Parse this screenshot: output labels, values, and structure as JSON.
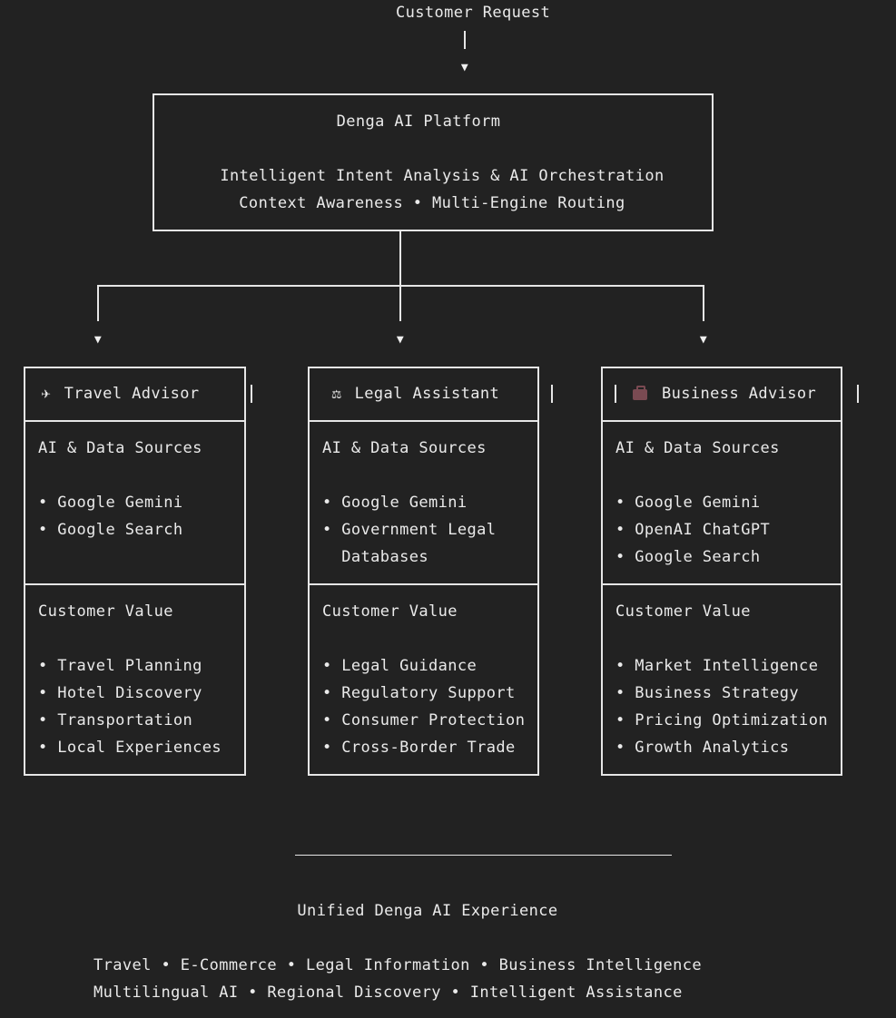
{
  "request": {
    "label": "Customer Request"
  },
  "platform": {
    "title": "Denga AI Platform",
    "line1": "Intelligent Intent Analysis & AI Orchestration",
    "line2": "Context Awareness • Multi-Engine Routing"
  },
  "columns": [
    {
      "icon": "airplane-icon",
      "title": "Travel Advisor",
      "sources_heading": "AI & Data Sources",
      "sources": [
        "• Google Gemini",
        "• Google Search"
      ],
      "value_heading": "Customer Value",
      "values": [
        "• Travel Planning",
        "• Hotel Discovery",
        "• Transportation",
        "• Local Experiences"
      ]
    },
    {
      "icon": "scales-icon",
      "title": "Legal Assistant",
      "sources_heading": "AI & Data Sources",
      "sources": [
        "• Google Gemini",
        "• Government Legal",
        "  Databases"
      ],
      "value_heading": "Customer Value",
      "values": [
        "• Legal Guidance",
        "• Regulatory Support",
        "• Consumer Protection",
        "• Cross-Border Trade"
      ]
    },
    {
      "icon": "briefcase-icon",
      "title": "Business Advisor",
      "sources_heading": "AI & Data Sources",
      "sources": [
        "• Google Gemini",
        "• OpenAI ChatGPT",
        "• Google Search"
      ],
      "value_heading": "Customer Value",
      "values": [
        "• Market Intelligence",
        "• Business Strategy",
        "• Pricing Optimization",
        "• Growth Analytics"
      ]
    }
  ],
  "footer": {
    "title": "Unified Denga AI Experience",
    "line1": "Travel • E-Commerce • Legal Information • Business Intelligence",
    "line2": "Multilingual AI • Regional Discovery • Intelligent Assistance"
  },
  "colors": {
    "background": "#222222",
    "foreground": "#eaeaea",
    "briefcase": "#7a4a52"
  }
}
